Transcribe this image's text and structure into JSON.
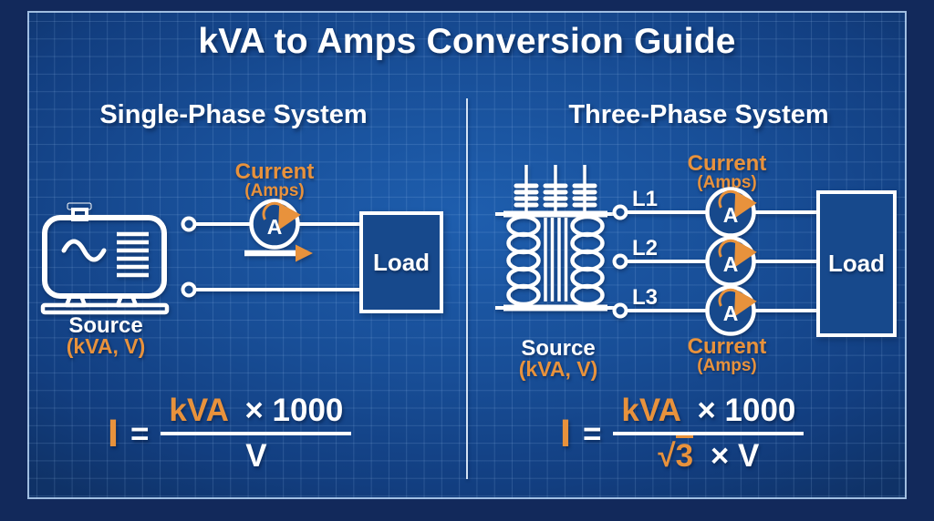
{
  "title": "kVA to Amps Conversion Guide",
  "colors": {
    "accent_orange": "#E8923C",
    "line_white": "#FFFFFF",
    "panel_blue": "#17498C",
    "outer_navy": "#12295B",
    "border_blue": "#BAD6F4"
  },
  "single_phase": {
    "heading": "Single-Phase System",
    "source": {
      "label": "Source",
      "sublabel": "(kVA, V)"
    },
    "current": {
      "label": "Current",
      "sublabel": "(Amps)"
    },
    "meter_letter": "A",
    "load_label": "Load",
    "formula": {
      "lhs": "I",
      "equals": "=",
      "numerator_orange": "kVA",
      "numerator_white": "× 1000",
      "denominator_white": "V"
    }
  },
  "three_phase": {
    "heading": "Three-Phase System",
    "source": {
      "label": "Source",
      "sublabel": "(kVA, V)"
    },
    "current_top": {
      "label": "Current",
      "sublabel": "(Amps)"
    },
    "current_bottom": {
      "label": "Current",
      "sublabel": "(Amps)"
    },
    "lines": [
      {
        "label": "L1"
      },
      {
        "label": "L2"
      },
      {
        "label": "L3"
      }
    ],
    "meter_letter": "A",
    "load_label": "Load",
    "formula": {
      "lhs": "I",
      "equals": "=",
      "numerator_orange": "kVA",
      "numerator_white": "× 1000",
      "denominator_radical": "√",
      "denominator_radicand": "3",
      "denominator_white": "× V"
    }
  }
}
